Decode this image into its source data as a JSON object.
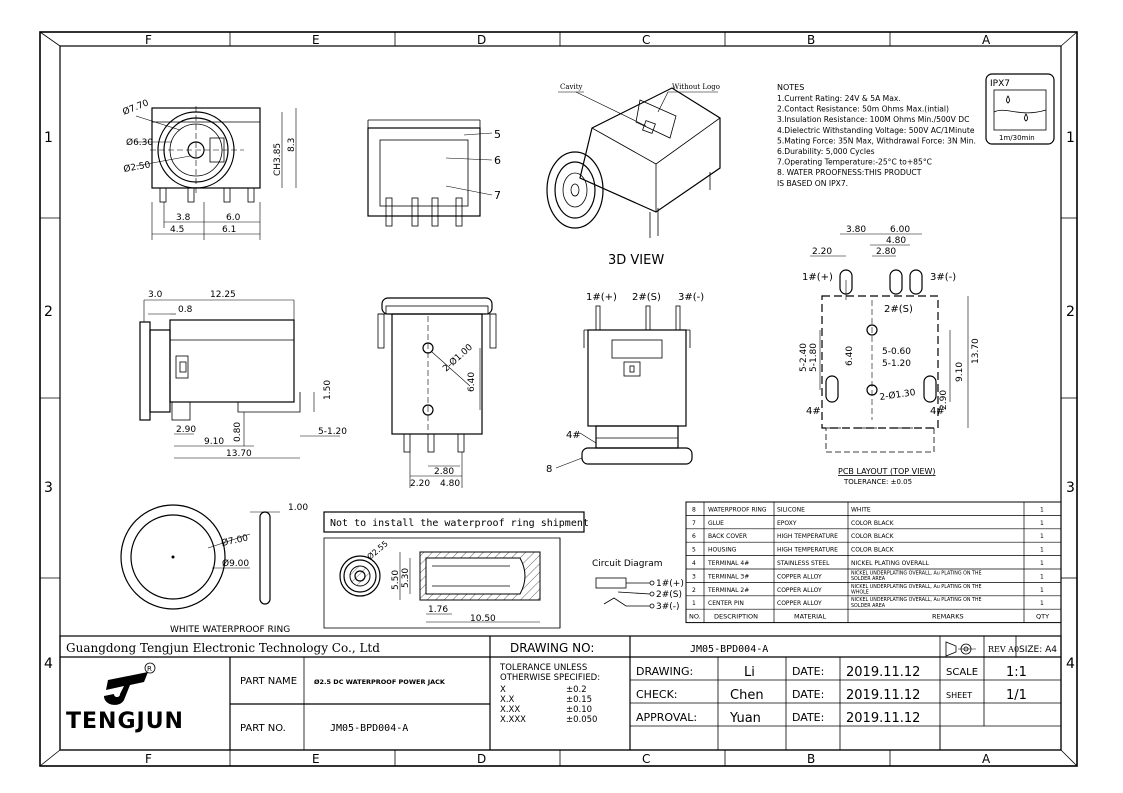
{
  "grid": {
    "columns": [
      "F",
      "E",
      "D",
      "C",
      "B",
      "A"
    ],
    "rows": [
      "1",
      "2",
      "3",
      "4"
    ]
  },
  "notes": {
    "heading": "NOTES",
    "lines": [
      "1.Current Rating: 24V & 5A Max.",
      "2.Contact Resistance: 50m Ohms Max.(intial)",
      "3.Insulation Resistance: 100M Ohms Min./500V DC",
      "4.Dielectric Withstanding Voltage: 500V AC/1Minute",
      "5.Mating Force: 35N Max, Withdrawal Force: 3N Min.",
      "6.Durability: 5,000 Cycles",
      "7.Operating Temperature:-25°C to+85°C",
      "8. WATER PROOFNESS:THIS PRODUCT",
      "   IS BASED ON IPX7."
    ]
  },
  "ipx_badge": {
    "title": "IPX7",
    "caption": "1m/30min"
  },
  "views": {
    "front": {
      "dims": [
        "Ø7.70",
        "Ø6.30",
        "Ø2.50",
        "CH3.85",
        "8.3",
        "3.8",
        "6.0",
        "4.5",
        "6.1"
      ]
    },
    "top_callouts": [
      "5",
      "6",
      "7"
    ],
    "iso": {
      "label_cavity": "Cavity",
      "label_logo": "Without Logo",
      "title": "3D  VIEW"
    },
    "side": {
      "dims": [
        "3.0",
        "12.25",
        "0.8",
        "1.50",
        "2.90",
        "0.80",
        "5-1.20",
        "9.10",
        "13.70"
      ]
    },
    "end": {
      "dims": [
        "2-Ø1.00",
        "6.40",
        "2.80",
        "2.20",
        "4.80"
      ]
    },
    "pin_view": {
      "pins": [
        "1#(+)",
        "2#(S)",
        "3#(-)"
      ],
      "callouts": [
        "4#",
        "8"
      ]
    },
    "pcb": {
      "dims": [
        "3.80",
        "6.00",
        "4.80",
        "2.20",
        "2.80",
        "5-2.40",
        "5-1.80",
        "6.40",
        "5-0.60",
        "5-1.20",
        "9.10",
        "13.70",
        "2-Ø1.30",
        "2.90"
      ],
      "pins": [
        "1#(+)",
        "2#(S)",
        "3#(-)",
        "4#",
        "4#"
      ],
      "title": "PCB LAYOUT (TOP VIEW)",
      "tolerance": "TOLERANCE: ±0.05"
    },
    "ring": {
      "dims": [
        "Ø7.00",
        "Ø9.00",
        "1.00"
      ],
      "caption": "WHITE WATERPROOF RING"
    },
    "shipment_note": "Not to install the waterproof ring shipment",
    "section": {
      "dims": [
        "Ø2.55",
        "5.50",
        "5.30",
        "1.76",
        "10.50"
      ]
    },
    "circuit": {
      "title": "Circuit Diagram",
      "pins": [
        "1#(+)",
        "2#(S)",
        "3#(-)"
      ]
    }
  },
  "bom": {
    "headers": [
      "NO.",
      "DESCRIPTION",
      "MATERIAL",
      "REMARKS",
      "QTY"
    ],
    "rows": [
      {
        "no": "8",
        "desc": "WATERPROOF RING",
        "mat": "SILICONE",
        "rem": "WHITE",
        "qty": "1"
      },
      {
        "no": "7",
        "desc": "GLUE",
        "mat": "EPOXY",
        "rem": "COLOR  BLACK",
        "qty": "1"
      },
      {
        "no": "6",
        "desc": "BACK COVER",
        "mat": "HIGH TEMPERATURE",
        "rem": "COLOR  BLACK",
        "qty": "1"
      },
      {
        "no": "5",
        "desc": "HOUSING",
        "mat": "HIGH TEMPERATURE",
        "rem": "COLOR  BLACK",
        "qty": "1"
      },
      {
        "no": "4",
        "desc": "TERMINAL  4#",
        "mat": "STAINLESS STEEL",
        "rem": "NICKEL PLATING OVERALL",
        "qty": "1"
      },
      {
        "no": "3",
        "desc": "TERMINAL  3#",
        "mat": "COPPER ALLOY",
        "rem": "NICKEL UNDERPLATING OVERALL, Au PLATING ON THE SOLDER AREA",
        "qty": "1"
      },
      {
        "no": "2",
        "desc": "TERMINAL  2#",
        "mat": "COPPER ALLOY",
        "rem": "NICKEL UNDERPLATING OVERALL, Au PLATING ON THE WHOLE",
        "qty": "1"
      },
      {
        "no": "1",
        "desc": "CENTER PIN",
        "mat": "COPPER ALLOY",
        "rem": "NICKEL UNDERPLATING OVERALL, Au PLATING ON THE SOLDER AREA",
        "qty": "1"
      }
    ]
  },
  "title_block": {
    "company": "Guangdong Tengjun Electronic Technology Co., Ltd",
    "drawing_no_label": "DRAWING NO:",
    "drawing_no": "JM05-BPD004-A",
    "rev_label": "REV A0",
    "size_label": "SIZE: A4",
    "logo_text": "TENGJUN",
    "part_name_label": "PART NAME",
    "part_name": "Ø2.5 DC WATERPROOF POWER JACK",
    "part_no_label": "PART NO.",
    "part_no": "JM05-BPD004-A",
    "tolerance": {
      "heading": "TOLERANCE UNLESS",
      "heading2": "OTHERWISE SPECIFIED:",
      "rows": [
        {
          "k": "X",
          "v": "±0.2"
        },
        {
          "k": "X.X",
          "v": "±0.15"
        },
        {
          "k": "X.XX",
          "v": "±0.10"
        },
        {
          "k": "X.XXX",
          "v": "±0.050"
        }
      ]
    },
    "drawing_label": "DRAWING:",
    "drawing_by": "Li",
    "check_label": "CHECK:",
    "check_by": "Chen",
    "approval_label": "APPROVAL:",
    "approval_by": "Yuan",
    "date_label": "DATE:",
    "date_drawing": "2019.11.12",
    "date_check": "2019.11.12",
    "date_approval": "2019.11.12",
    "scale_label": "SCALE",
    "scale": "1:1",
    "sheet_label": "SHEET",
    "sheet": "1/1"
  }
}
